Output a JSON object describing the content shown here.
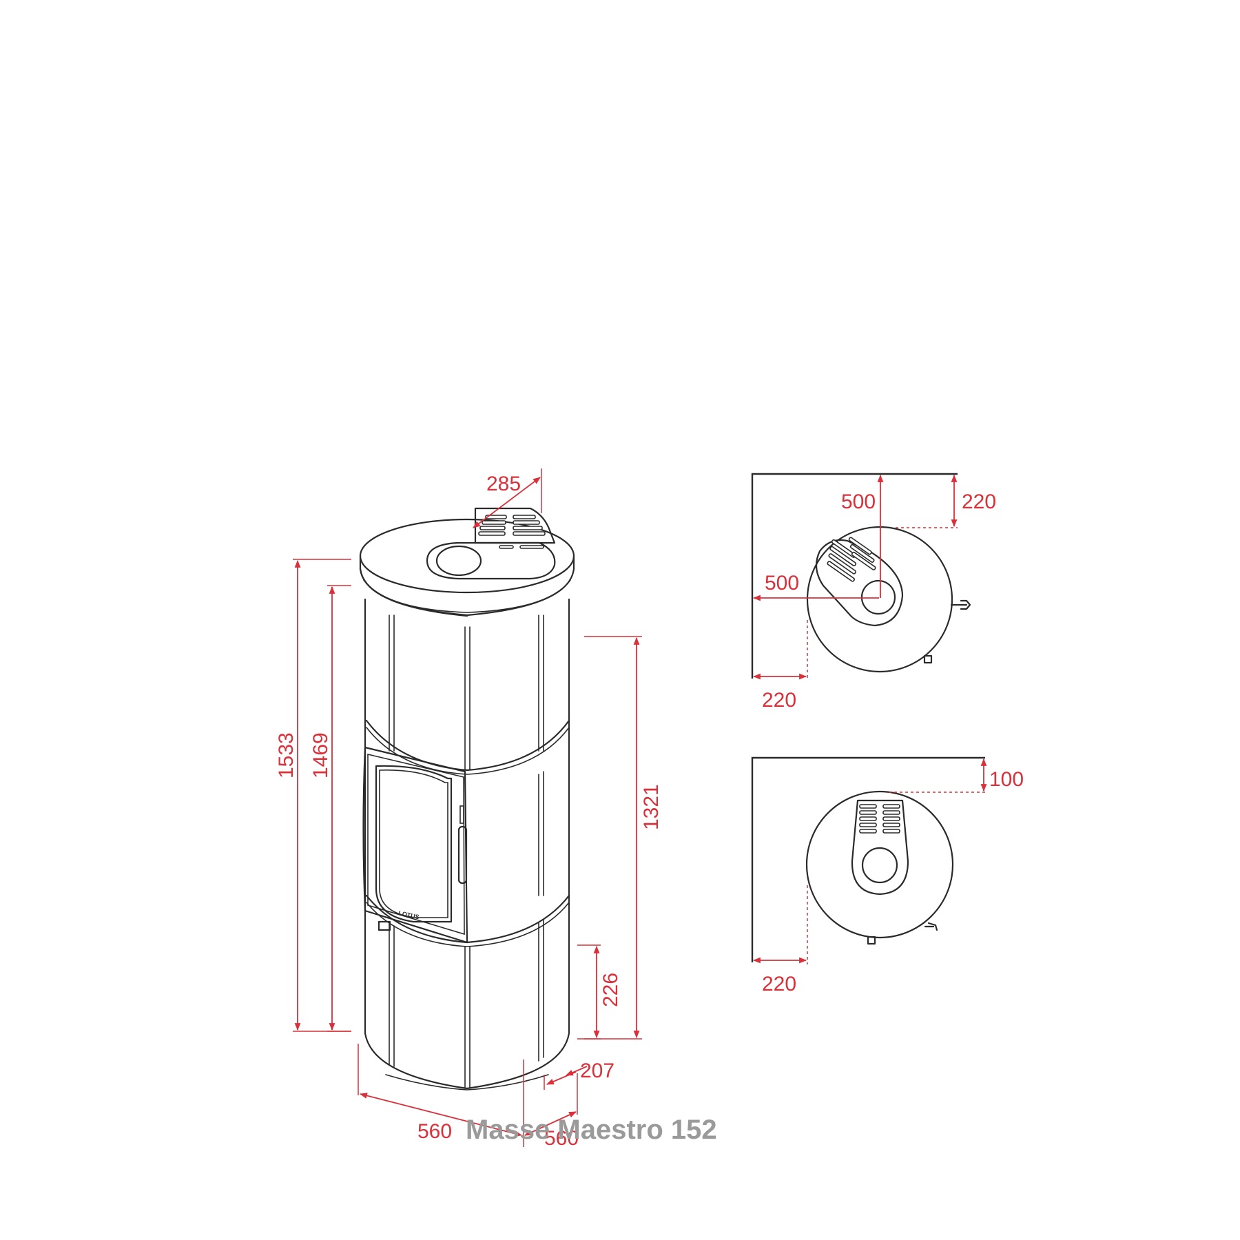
{
  "caption": "Masse Maestro 152",
  "stove_logo_text": "LOTUS",
  "colors": {
    "dimension": "#d9303a",
    "outline": "#2a2a2a",
    "caption": "#9a9a9a",
    "background": "#ffffff"
  },
  "front_view": {
    "dims": {
      "total_height": "1533",
      "height_to_top": "1469",
      "outlet_height": "1321",
      "inlet_height": "226",
      "top_outlet_offset": "285",
      "width": "560",
      "depth": "560",
      "rear_inlet_offset": "207"
    }
  },
  "corner_view_1": {
    "dims": {
      "flue_offset_vertical": "500",
      "wall_distance_top": "220",
      "flue_offset_horizontal": "500",
      "wall_distance_left": "220"
    }
  },
  "corner_view_2": {
    "dims": {
      "wall_distance_top": "100",
      "wall_distance_left": "220"
    }
  }
}
